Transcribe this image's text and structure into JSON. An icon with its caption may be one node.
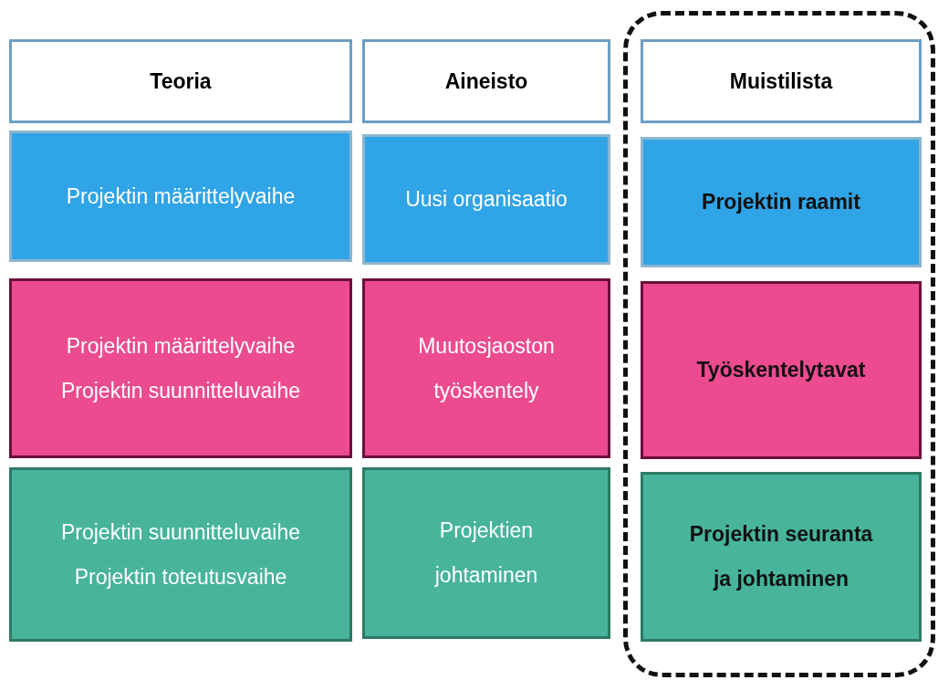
{
  "diagram": {
    "nodes": [
      {
        "text": [
          "Teoria"
        ]
      },
      {
        "text": [
          "Aineisto"
        ]
      },
      {
        "text": [],
        "shape": "box"
      },
      {
        "text": [
          "Muistilista"
        ],
        "in": 2
      },
      {
        "text": [
          "Projektin määrittelyvaihe"
        ]
      },
      {
        "text": [
          "Uusi organisaatio"
        ]
      },
      {
        "text": [
          "Projektin raamit"
        ],
        "in": 2
      },
      {
        "text": [
          "Projektin määrittelyvaihe",
          "Projektin suunnitteluvaihe"
        ]
      },
      {
        "text": [
          "Muutosjaoston työskentely"
        ]
      },
      {
        "text": [
          "Työskentelytavat"
        ],
        "in": 2
      },
      {
        "text": [
          "Projektin suunnitteluvaihe",
          "Projektin toteutusvaihe"
        ]
      },
      {
        "text": [
          "Projektien johtaminen"
        ]
      },
      {
        "text": [
          "Projektin seuranta ja johtaminen"
        ],
        "in": 2
      }
    ],
    "edges": []
  }
}
